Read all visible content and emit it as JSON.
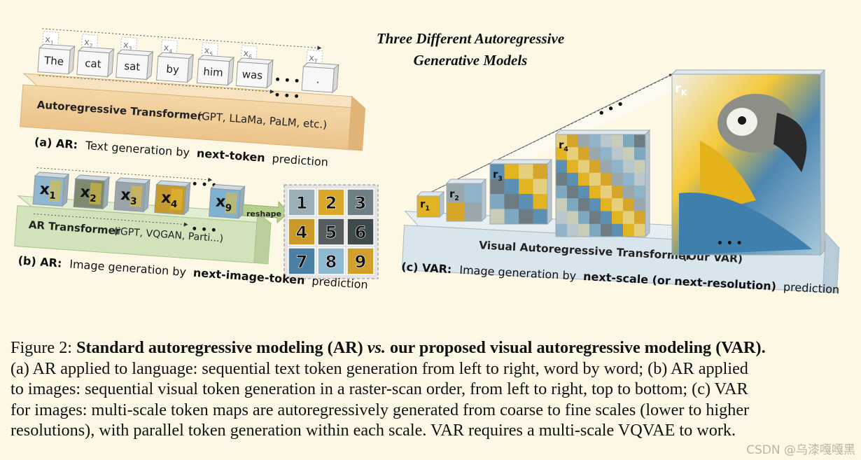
{
  "figure_title": [
    "Three  Different  Autoregressive",
    "Generative  Models"
  ],
  "panel_a": {
    "token_subscripts": [
      "x1",
      "x2",
      "x3",
      "x4",
      "x5",
      "x6",
      "xT"
    ],
    "tokens": [
      "The",
      "cat",
      "sat",
      "by",
      "him",
      "was",
      "."
    ],
    "ellipsis": "• • •",
    "transformer_label": "Autoregressive Transformer",
    "transformer_note": "(GPT, LLaMa, PaLM, etc.)",
    "caption_prefix": "(a) AR:",
    "caption_text": "Text generation by",
    "caption_bold": "next-token",
    "caption_suffix": "prediction"
  },
  "panel_b": {
    "patches": [
      "x1",
      "x2",
      "x3",
      "x4",
      "x9"
    ],
    "ellipsis": "• • •",
    "reshape_label": "reshape",
    "grid_numbers": [
      "1",
      "2",
      "3",
      "4",
      "5",
      "6",
      "7",
      "8",
      "9"
    ],
    "transformer_label": "AR Transformer",
    "transformer_note": "(iGPT, VQGAN, Parti...)",
    "caption_prefix": "(b) AR:",
    "caption_text": "Image generation by",
    "caption_bold": "next-image-token",
    "caption_suffix": "prediction"
  },
  "panel_c": {
    "scales": [
      "r1",
      "r2",
      "r3",
      "r4",
      "rK"
    ],
    "ellipsis": "• • •",
    "transformer_label": "Visual Autoregressive Transformer",
    "transformer_note": "(Our VAR)",
    "caption_prefix": "(c) VAR:",
    "caption_text": "Image generation by",
    "caption_bold": "next-scale (or next-resolution)",
    "caption_suffix": "prediction"
  },
  "caption": {
    "label": "Figure 2:",
    "title_a": "Standard autoregressive modeling (AR)",
    "title_vs": "vs.",
    "title_b": "our proposed visual autoregressive modeling (VAR).",
    "line1": "(a) AR applied to language: sequential text token generation from left to right, word by word; (b) AR applied",
    "line2": "to images: sequential visual token generation in a raster-scan order, from left to right, top to bottom; (c) VAR",
    "line3": "for images: multi-scale token maps are autoregressively generated from coarse to fine scales (lower to higher",
    "line4": "resolutions), with parallel token generation within each scale. VAR requires a multi-scale VQVAE to work."
  },
  "watermark": "CSDN @乌漆嘎嘎黑",
  "colors": {
    "background": "#fdf8e6",
    "ar_text_box": "#f3d5a4",
    "ar_image_box": "#d2e3bb",
    "var_box": "#d9e5ec",
    "parrot_blue": "#5d98b8",
    "parrot_yellow": "#e3b51d"
  }
}
